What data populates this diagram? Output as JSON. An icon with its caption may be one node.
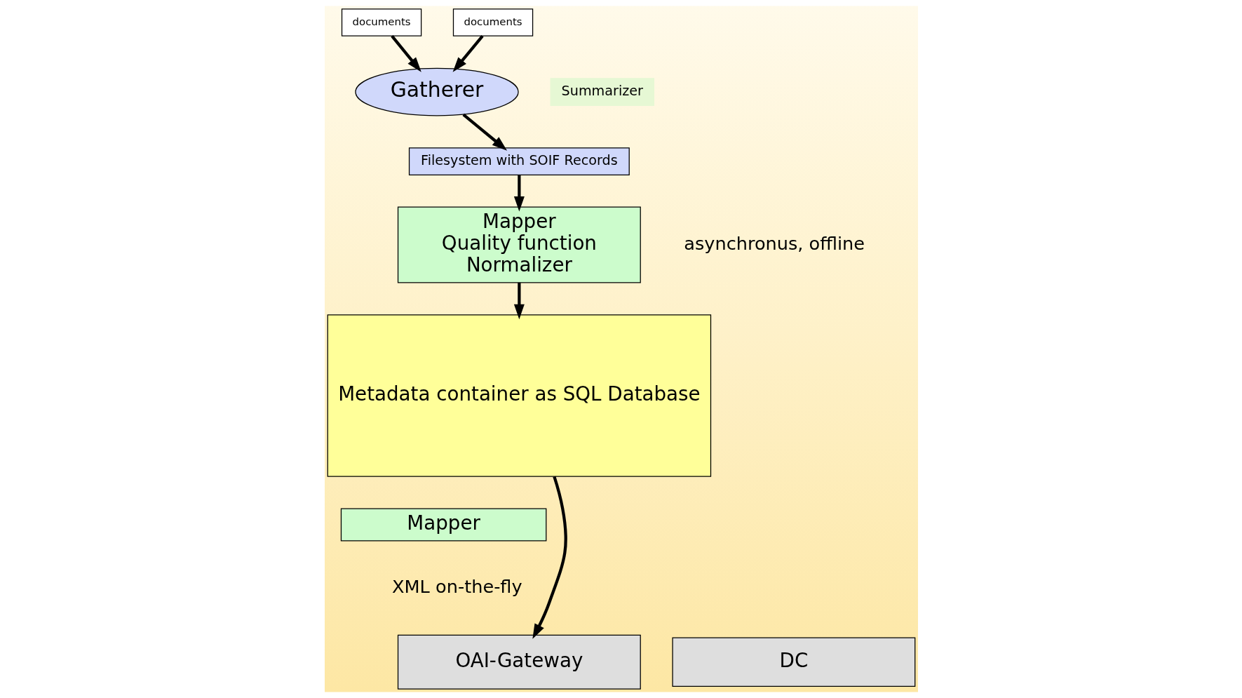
{
  "diagram": {
    "nodes": [
      {
        "text": [
          "documents"
        ]
      },
      {
        "text": [
          "documents"
        ]
      },
      {
        "text": [
          "Gatherer"
        ]
      },
      {
        "text": [
          "Summarizer"
        ]
      },
      {
        "text": [
          "Filesystem with SOIF Records"
        ]
      },
      {
        "text": [
          "Mapper",
          "Quality function",
          "Normalizer"
        ]
      },
      {
        "text": [
          "Metadata container as SQL Database"
        ]
      },
      {
        "text": [
          "Mapper"
        ]
      },
      {
        "text": [
          "OAI-Gateway"
        ]
      },
      {
        "text": [
          "DC"
        ]
      }
    ],
    "edges": [
      {
        "from": 0,
        "to": 2,
        "arrow": "to"
      },
      {
        "from": 1,
        "to": 2,
        "arrow": "to"
      },
      {
        "from": 2,
        "to": 4,
        "arrow": "to"
      },
      {
        "from": 4,
        "to": 5,
        "arrow": "to"
      },
      {
        "from": 5,
        "to": 6,
        "arrow": "to"
      },
      {
        "from": 6,
        "to": 8,
        "arrow": "to"
      }
    ],
    "labels": [
      "asynchronus, offline",
      "XML on-the-fly"
    ]
  }
}
